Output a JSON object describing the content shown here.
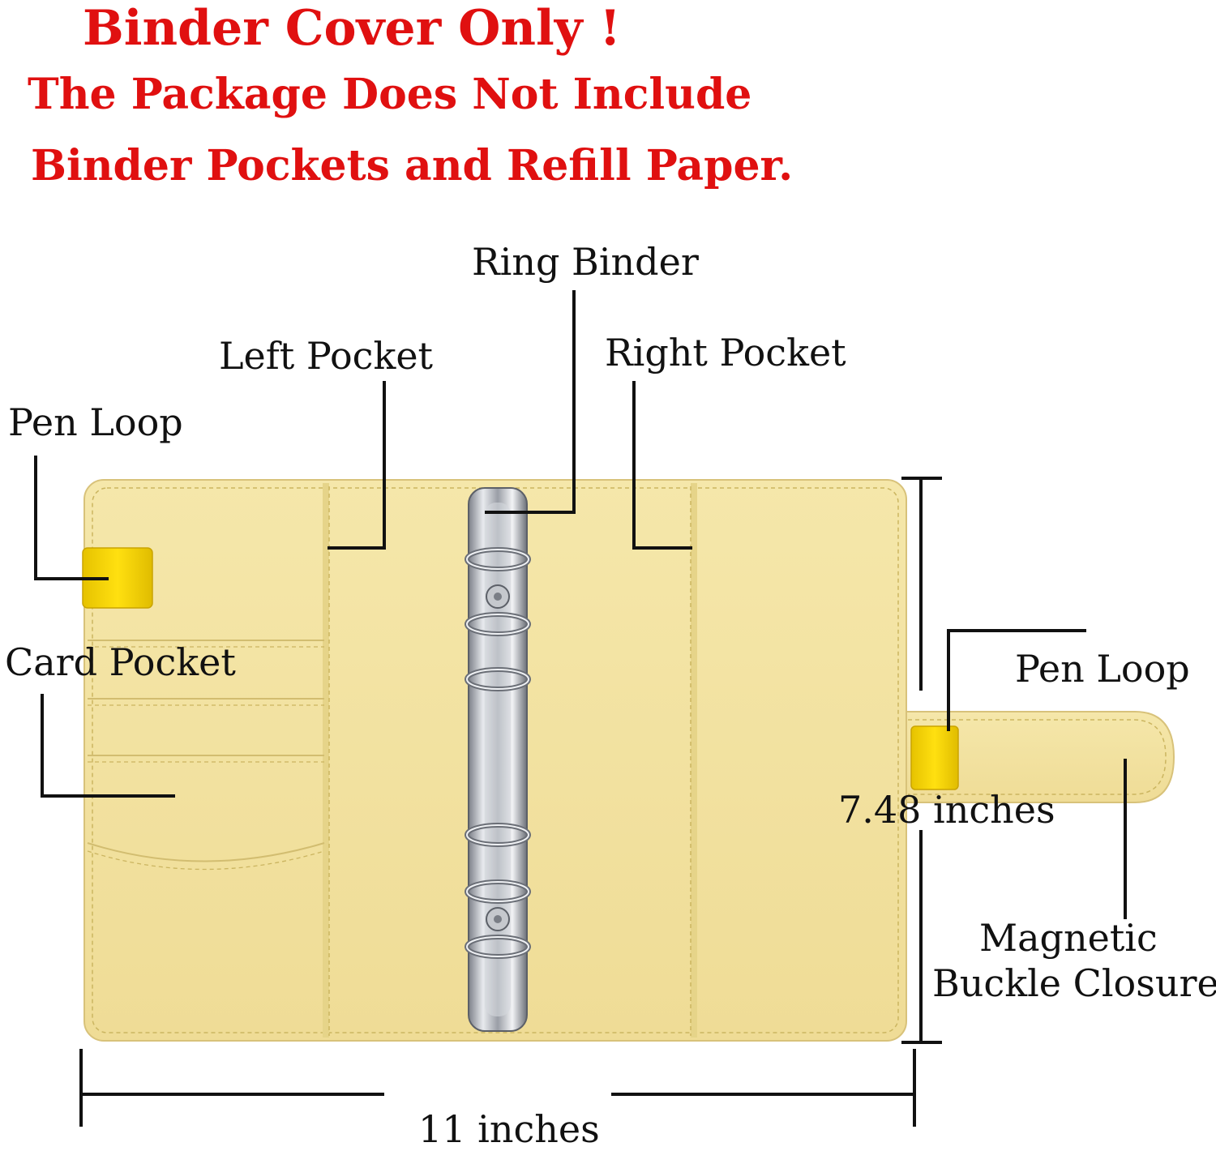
{
  "heading": {
    "title": "Binder Cover Only !",
    "line1": "The Package Does Not Include",
    "line2": "Binder Pockets and Refill Paper."
  },
  "callouts": {
    "ring_binder": "Ring Binder",
    "left_pocket": "Left Pocket",
    "right_pocket": "Right Pocket",
    "pen_loop_left": "Pen Loop",
    "card_pocket": "Card Pocket",
    "pen_loop_right": "Pen Loop",
    "magnetic_line1": "Magnetic",
    "magnetic_line2": "Buckle Closure"
  },
  "dimensions": {
    "height": "7.48 inches",
    "width": "11 inches"
  },
  "colors": {
    "heading_red": "#e01010",
    "cover_yellow": "#f3e3a2",
    "loop_yellow": "#f5d000",
    "metal": "#b8bcc2"
  }
}
